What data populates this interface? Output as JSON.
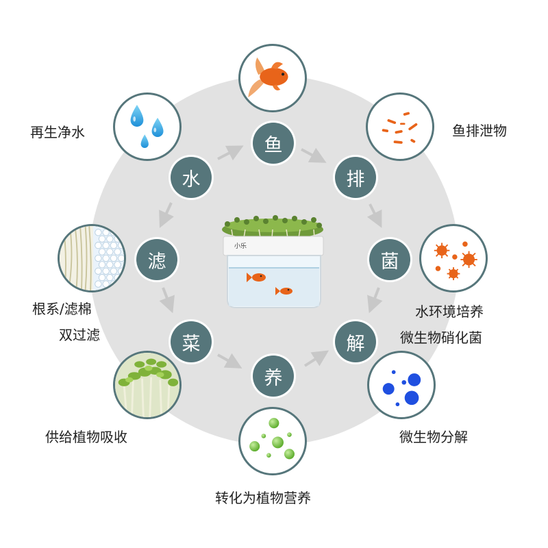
{
  "center_nodes": [
    {
      "key": "fish",
      "text": "鱼"
    },
    {
      "key": "excrete",
      "text": "排"
    },
    {
      "key": "bacteria",
      "text": "菌"
    },
    {
      "key": "decompose",
      "text": "解"
    },
    {
      "key": "nourish",
      "text": "养"
    },
    {
      "key": "vegetable",
      "text": "菜"
    },
    {
      "key": "filter",
      "text": "滤"
    },
    {
      "key": "water",
      "text": "水"
    }
  ],
  "labels": {
    "fish_waste": "鱼排泄物",
    "nitrifying_1": "水环境培养",
    "nitrifying_2": "微生物硝化菌",
    "microbe_decompose": "微生物分解",
    "plant_nutrient": "转化为植物营养",
    "plant_absorb": "供给植物吸收",
    "root_filter_1": "根系/滤棉",
    "root_filter_2": "双过滤",
    "regenerate_water": "再生净水"
  },
  "tank_brand": "小乐",
  "colors": {
    "node": "#56767b",
    "disc": "#e2e2e2",
    "arrow": "#c8c8c8",
    "orange": "#e8641a",
    "blue": "#1f4fe0",
    "green": "#7cc24a"
  },
  "icons": [
    "goldfish-icon",
    "waste-flakes-icon",
    "bacteria-icon",
    "microbe-dots-icon",
    "nutrient-bubbles-icon",
    "sprouts-icon",
    "root-filter-icon",
    "water-drops-icon"
  ]
}
